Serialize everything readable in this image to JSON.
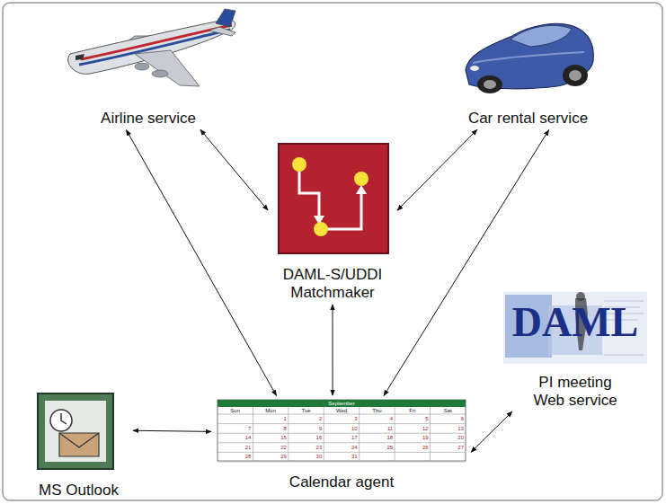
{
  "diagram": {
    "nodes": [
      {
        "text": [
          "Airline service"
        ]
      },
      {
        "text": [
          "Car rental service"
        ]
      },
      {
        "text": [
          "DAML-S/UDDI Matchmaker"
        ]
      },
      {
        "text": [
          "PI meeting Web service"
        ]
      },
      {
        "text": [
          "MS Outlook"
        ]
      },
      {
        "text": [
          "Calendar agent"
        ]
      }
    ],
    "edges": [
      {
        "from": 0,
        "to": 2,
        "arrow": "both"
      },
      {
        "from": 1,
        "to": 2,
        "arrow": "both"
      },
      {
        "from": 0,
        "to": 5,
        "arrow": "both"
      },
      {
        "from": 1,
        "to": 5,
        "arrow": "both"
      },
      {
        "from": 2,
        "to": 5,
        "arrow": "both"
      },
      {
        "from": 4,
        "to": 5,
        "arrow": "both"
      },
      {
        "from": 3,
        "to": 5,
        "arrow": "both"
      }
    ],
    "labels": [
      "September",
      "Sun",
      "Mon",
      "Tue",
      "Wed",
      "Thu",
      "Fri",
      "Sat",
      "1",
      "2",
      "3",
      "4",
      "5",
      "6",
      "7",
      "8",
      "9",
      "10",
      "11",
      "12",
      "13",
      "14",
      "15",
      "16",
      "17",
      "18",
      "19",
      "20",
      "21",
      "22",
      "23",
      "24",
      "25",
      "26",
      "27",
      "28",
      "29",
      "30",
      "31",
      "DAML"
    ]
  }
}
